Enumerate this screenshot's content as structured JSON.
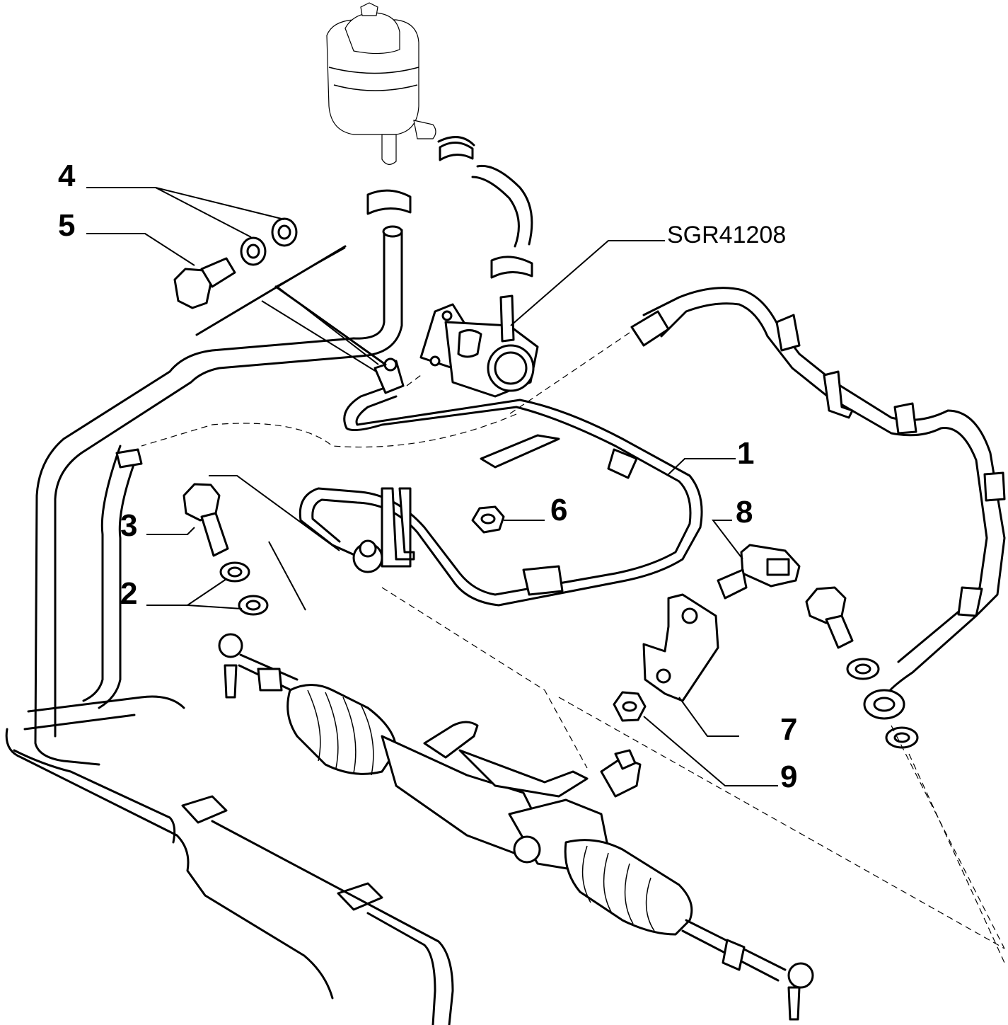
{
  "drawing": {
    "reference_code": "SGR41208",
    "callouts": [
      {
        "id": "1",
        "label": "1"
      },
      {
        "id": "2",
        "label": "2"
      },
      {
        "id": "3",
        "label": "3"
      },
      {
        "id": "4",
        "label": "4"
      },
      {
        "id": "5",
        "label": "5"
      },
      {
        "id": "6",
        "label": "6"
      },
      {
        "id": "7",
        "label": "7"
      },
      {
        "id": "8",
        "label": "8"
      },
      {
        "id": "9",
        "label": "9"
      }
    ]
  }
}
